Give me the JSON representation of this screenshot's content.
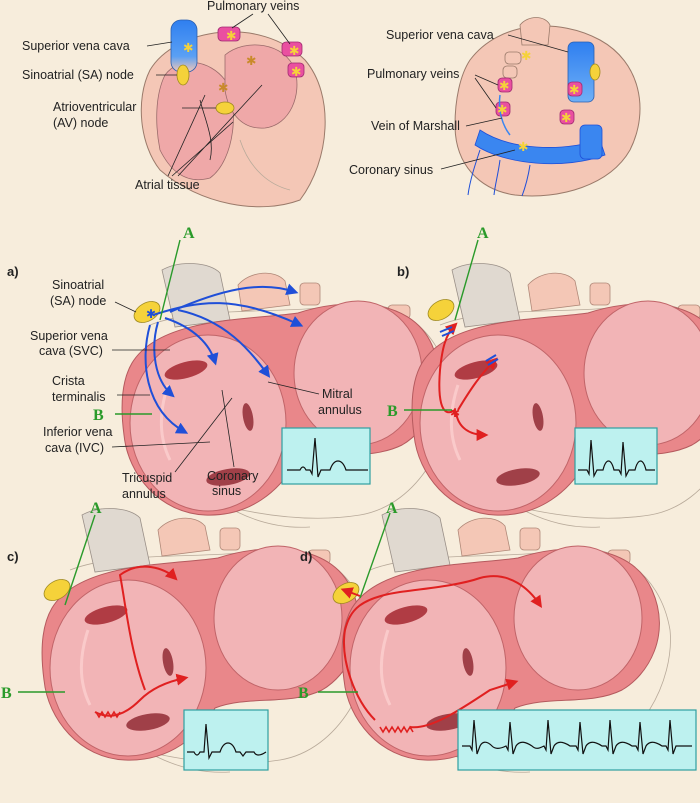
{
  "top_left": {
    "pulmonary_veins": "Pulmonary veins",
    "svc": "Superior vena cava",
    "sa_node": "Sinoatrial (SA) node",
    "av_node_1": "Atrioventricular",
    "av_node_2": "(AV) node",
    "atrial_tissue": "Atrial tissue"
  },
  "top_right": {
    "svc": "Superior vena cava",
    "pulmonary_veins": "Pulmonary veins",
    "vein_marshall": "Vein of Marshall",
    "coronary_sinus": "Coronary sinus"
  },
  "panels": {
    "a": {
      "tag": "a)",
      "A": "A",
      "B": "B",
      "sa1": "Sinoatrial",
      "sa2": "(SA) node",
      "svc1": "Superior vena",
      "svc2": "cava (SVC)",
      "crista1": "Crista",
      "crista2": "terminalis",
      "ivc1": "Inferior vena",
      "ivc2": "cava (IVC)",
      "tric1": "Tricuspid",
      "tric2": "annulus",
      "cs1": "Coronary",
      "cs2": "sinus",
      "mitral1": "Mitral",
      "mitral2": "annulus"
    },
    "b": {
      "tag": "b)",
      "A": "A",
      "B": "B"
    },
    "c": {
      "tag": "c)",
      "A": "A",
      "B": "B"
    },
    "d": {
      "tag": "d)",
      "A": "A",
      "B": "B"
    }
  },
  "colors": {
    "background": "#f7eddc",
    "atrium_wall": "#e9878a",
    "atrium_inner": "#f2b4b6",
    "svc_blue": "#3a86f0",
    "pulmonary_pink": "#ea4fa0",
    "sa_node_yellow": "#f5d23a",
    "ecg_box": "#bdf1ef",
    "blue_activation": "#1f4fd8",
    "red_reentry": "#e02020",
    "green_ablation": "#2a9a2a"
  },
  "icons": {
    "vein_marker": "asterisk-icon",
    "conduction_block": "double-bar-icon"
  }
}
